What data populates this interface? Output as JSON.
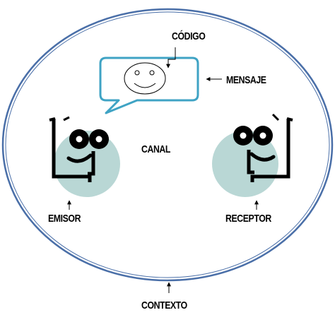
{
  "labels": {
    "codigo": "CÓDIGO",
    "mensaje": "MENSAJE",
    "canal": "CANAL",
    "emisor": "EMISOR",
    "receptor": "RECEPTOR",
    "contexto": "CONTEXTO"
  },
  "colors": {
    "context_ring": "#4a6fa8",
    "bubble_border": "#3fa3c4",
    "head_circle": "#b9d7d5",
    "ink": "#000000"
  },
  "icons": {
    "message": "smiley-face-icon",
    "sender": "cartoon-head-icon",
    "receiver": "cartoon-head-icon"
  }
}
